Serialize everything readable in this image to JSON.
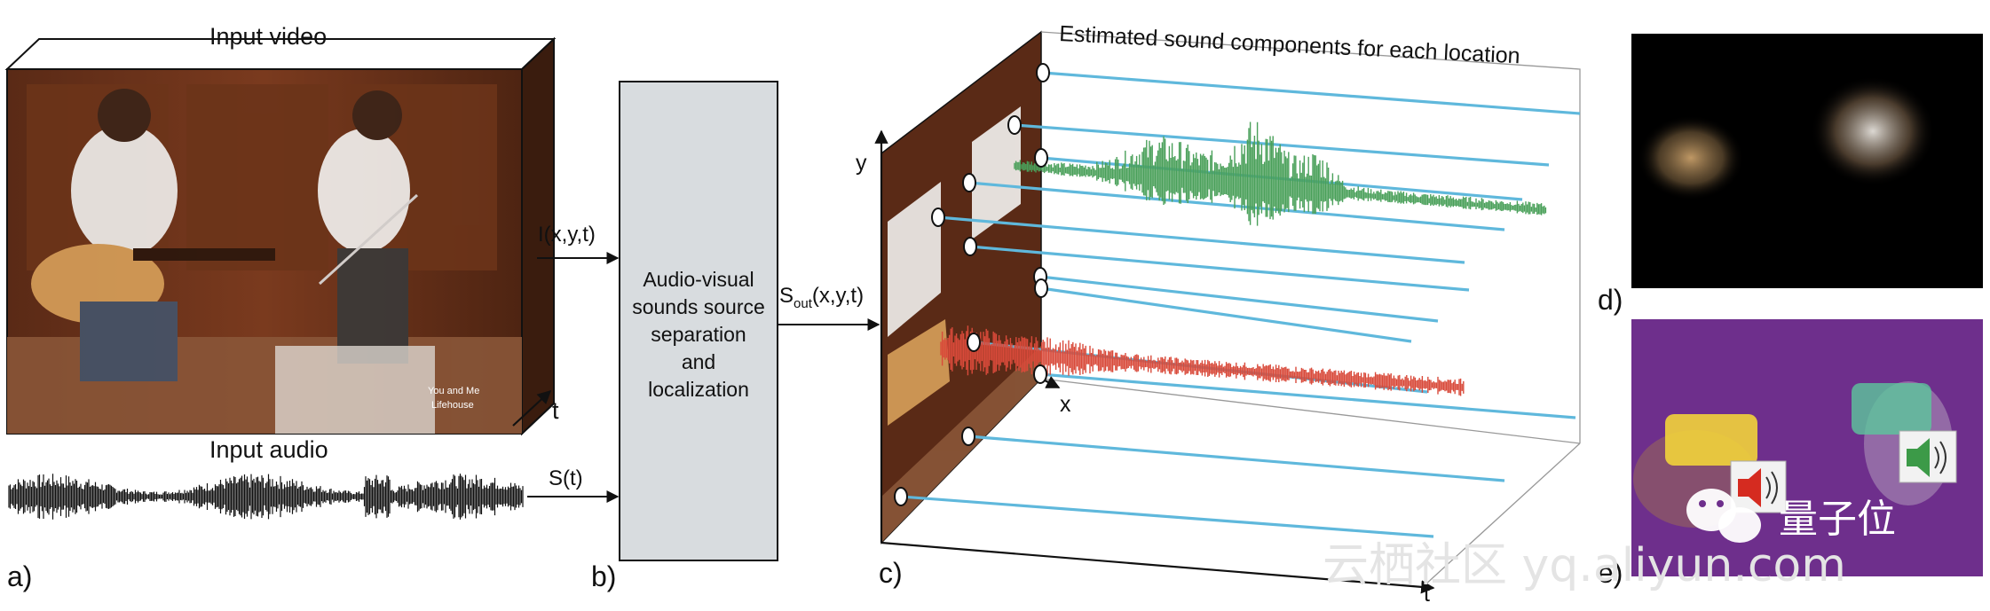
{
  "panel_a": {
    "label": "a)",
    "input_video_title": "Input video",
    "input_audio_title": "Input audio",
    "t_axis": "t",
    "video_caption_line1": "You and Me",
    "video_caption_line2": "Lifehouse"
  },
  "panel_b": {
    "label": "b)",
    "box_lines": [
      "Audio-visual",
      "sounds source",
      "separation",
      "and",
      "localization"
    ],
    "input_video_signal": "I(x,y,t)",
    "input_audio_signal": "S(t)",
    "output_signal_prefix": "S",
    "output_signal_sub": "out",
    "output_signal_suffix": "(x,y,t)"
  },
  "panel_c": {
    "label": "c)",
    "title": "Estimated sound components for each location",
    "axis_y": "y",
    "axis_x": "x",
    "axis_t": "t"
  },
  "panel_d": {
    "label": "d)"
  },
  "panel_e": {
    "label": "e)"
  },
  "watermarks": {
    "logo_text": "量子位",
    "site_text": "云栖社区 yq.aliyun.com"
  },
  "colors": {
    "component_line": "#5fb8dc",
    "guitar_waveform": "#d94a3a",
    "violin_waveform": "#4aa05a",
    "box_fill": "#d8dcdf",
    "overlay_purple": "#6e2f8c",
    "guitar_highlight": "#f2d33a",
    "violin_highlight": "#5cc79c"
  }
}
